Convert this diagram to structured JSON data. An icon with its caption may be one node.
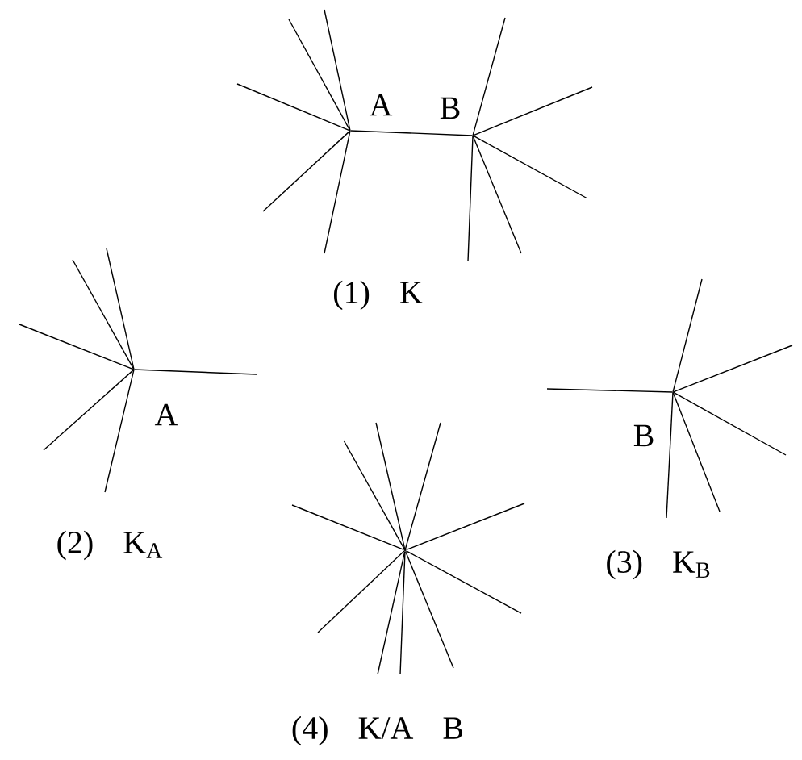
{
  "diagram": {
    "nodes": [
      {
        "text": [
          "A"
        ]
      },
      {
        "text": [
          "B"
        ]
      },
      {
        "text": [
          "A"
        ]
      },
      {
        "text": [
          "B"
        ]
      },
      {
        "text": [],
        "shape": "circle"
      }
    ],
    "edges": [
      {
        "from": 0,
        "to": 1,
        "arrow": "none"
      },
      {
        "from": 0,
        "to": null,
        "arrow": "none"
      },
      {
        "from": 0,
        "to": null,
        "arrow": "none"
      },
      {
        "from": 0,
        "to": null,
        "arrow": "none"
      },
      {
        "from": 0,
        "to": null,
        "arrow": "none"
      },
      {
        "from": 0,
        "to": null,
        "arrow": "none"
      },
      {
        "from": 1,
        "to": null,
        "arrow": "none"
      },
      {
        "from": 1,
        "to": null,
        "arrow": "none"
      },
      {
        "from": 1,
        "to": null,
        "arrow": "none"
      },
      {
        "from": 1,
        "to": null,
        "arrow": "none"
      },
      {
        "from": 1,
        "to": null,
        "arrow": "none"
      },
      {
        "from": 2,
        "to": null,
        "arrow": "none"
      },
      {
        "from": 2,
        "to": null,
        "arrow": "none"
      },
      {
        "from": 2,
        "to": null,
        "arrow": "none"
      },
      {
        "from": 2,
        "to": null,
        "arrow": "none"
      },
      {
        "from": 2,
        "to": null,
        "arrow": "none"
      },
      {
        "from": 2,
        "to": null,
        "arrow": "none"
      },
      {
        "from": 3,
        "to": null,
        "arrow": "none"
      },
      {
        "from": 3,
        "to": null,
        "arrow": "none"
      },
      {
        "from": 3,
        "to": null,
        "arrow": "none"
      },
      {
        "from": 3,
        "to": null,
        "arrow": "none"
      },
      {
        "from": 3,
        "to": null,
        "arrow": "none"
      },
      {
        "from": 3,
        "to": null,
        "arrow": "none"
      },
      {
        "from": 4,
        "to": null,
        "arrow": "none"
      },
      {
        "from": 4,
        "to": null,
        "arrow": "none"
      },
      {
        "from": 4,
        "to": null,
        "arrow": "none"
      },
      {
        "from": 4,
        "to": null,
        "arrow": "none"
      },
      {
        "from": 4,
        "to": null,
        "arrow": "none"
      },
      {
        "from": 4,
        "to": null,
        "arrow": "none"
      },
      {
        "from": 4,
        "to": null,
        "arrow": "none"
      },
      {
        "from": 4,
        "to": null,
        "arrow": "none"
      },
      {
        "from": 4,
        "to": null,
        "arrow": "none"
      },
      {
        "from": 4,
        "to": null,
        "arrow": "none"
      }
    ],
    "labels": [
      "(1) K",
      "(2) K$_{A}$",
      "(3) K$_{B}$",
      "(4) K/A B"
    ]
  }
}
